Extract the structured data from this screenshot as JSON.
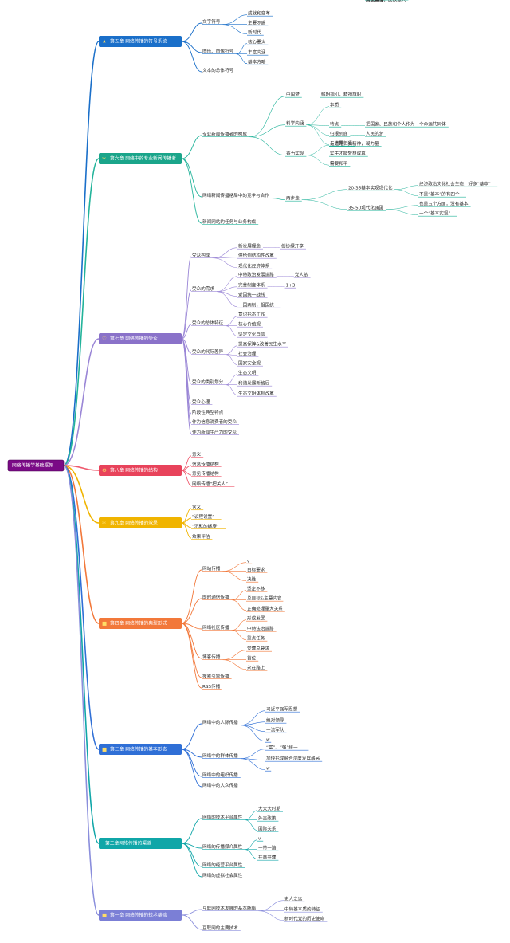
{
  "root": {
    "label": "网络传播学基础框架",
    "color": "#7a0a86"
  },
  "chapters": [
    {
      "label": "第五章 网络传播的符号系统",
      "icon": "★",
      "color": "#1a6fc9",
      "line": "#1a6fc9",
      "children": [
        {
          "label": "文字符号",
          "children": [
            {
              "label": "成就和变革"
            },
            {
              "label": "主要矛盾"
            },
            {
              "label": "新时代"
            }
          ]
        },
        {
          "label": "图形、图像符号",
          "children": [
            {
              "label": "核心要义"
            },
            {
              "label": "丰富内涵"
            },
            {
              "label": "基本方略"
            }
          ]
        },
        {
          "label": "文本的总体符号"
        }
      ]
    },
    {
      "label": "第六章 网络中的专业新闻传播者",
      "icon": "✂",
      "color": "#1aa58a",
      "line": "#22b39a",
      "children": [
        {
          "label": "专业新闻传播者的构成",
          "children": [
            {
              "label": "中国梦",
              "children": [
                {
                  "label": "鲜明指引，精神旗帜"
                }
              ]
            },
            {
              "label": "科学内涵",
              "children": [
                {
                  "label": "本质",
                  "children": [
                    {
                      "label": "国家富强、民族振兴"
                    },
                    {
                      "label": "人民幸福"
                    }
                  ]
                },
                {
                  "label": "特点",
                  "children": [
                    {
                      "label": "把国家、民族和个人作为一个命运共同体"
                    }
                  ]
                },
                {
                  "label": "归根到底",
                  "children": [
                    {
                      "label": "人民的梦"
                    }
                  ]
                },
                {
                  "label": "与世界相通"
                }
              ]
            },
            {
              "label": "奋力实现",
              "children": [
                {
                  "label": "走道路，弘精神，凝力量"
                },
                {
                  "label": "实干才能梦想成真"
                },
                {
                  "label": "需要和平"
                }
              ]
            }
          ]
        },
        {
          "label": "网络新闻传播格局中的竞争与合作",
          "children": [
            {
              "label": "两步走",
              "children": [
                {
                  "label": "20-35基本实现现代化",
                  "children": [
                    {
                      "label": "经济政治文化社会生态，好多“基本”"
                    },
                    {
                      "label": "不是“基本”的有四个"
                    }
                  ]
                },
                {
                  "label": "35-50现代化强国",
                  "children": [
                    {
                      "label": "也是五个方面，没有基本"
                    },
                    {
                      "label": "一个“基本实现”"
                    }
                  ]
                }
              ]
            }
          ]
        },
        {
          "label": "新闻网站的任务与业务构成"
        }
      ]
    },
    {
      "label": "第七章 网络传播的受众",
      "icon": "♡",
      "color": "#8a72c9",
      "line": "#9a86d6",
      "children": [
        {
          "label": "受众构成",
          "children": [
            {
              "label": "新发展理念",
              "children": [
                {
                  "label": "创协绿开享"
                }
              ]
            },
            {
              "label": "供给侧结构性改革"
            },
            {
              "label": "现代化经济体系"
            }
          ]
        },
        {
          "label": "受众的需求",
          "children": [
            {
              "label": "中特政治发展道路",
              "children": [
                {
                  "label": "党人依"
                }
              ]
            },
            {
              "label": "完善制度体系",
              "children": [
                {
                  "label": "1+3"
                }
              ]
            },
            {
              "label": "爱国统一战线"
            },
            {
              "label": "一国两制，祖国统一"
            }
          ]
        },
        {
          "label": "受众的总体特征",
          "children": [
            {
              "label": "意识形态工作"
            },
            {
              "label": "核心价值观"
            },
            {
              "label": "坚定文化自信"
            }
          ]
        },
        {
          "label": "受众的代际差异",
          "children": [
            {
              "label": "提高保障&改善民生水平"
            },
            {
              "label": "社会治理"
            },
            {
              "label": "国家安全观"
            }
          ]
        },
        {
          "label": "受众的类别划分",
          "children": [
            {
              "label": "生态文明"
            },
            {
              "label": "和谐发展新格局"
            },
            {
              "label": "生态文明体制改革"
            }
          ]
        },
        {
          "label": "受众心理"
        },
        {
          "label": "阶段性典型特点"
        },
        {
          "label": "作为信息消费者的受众"
        },
        {
          "label": "作为新闻生产力的受众"
        }
      ]
    },
    {
      "label": "第八章 网络传播的结构",
      "icon": "⚙",
      "color": "#e8435b",
      "line": "#ef5a6e",
      "children": [
        {
          "label": "意义"
        },
        {
          "label": "信息传播结构"
        },
        {
          "label": "意见传播结构"
        },
        {
          "label": "网络传播“把关人”"
        }
      ]
    },
    {
      "label": "第九章 网络传播的效果",
      "icon": "✂",
      "color": "#f0b400",
      "line": "#f0b400",
      "children": [
        {
          "label": "含义"
        },
        {
          "label": "“议程设置”"
        },
        {
          "label": "“沉默的螺旋”"
        },
        {
          "label": "效果评估"
        }
      ]
    },
    {
      "label": "第四章 网络传播的典型形式",
      "icon": "■",
      "color": "#f2783a",
      "line": "#f2783a",
      "children": [
        {
          "label": "网站传播",
          "children": [
            {
              "label": "v"
            },
            {
              "label": "目标要求"
            },
            {
              "label": "决胜"
            }
          ]
        },
        {
          "label": "即时通信传播",
          "children": [
            {
              "label": "坚定不移"
            },
            {
              "label": "总目标&主要内容"
            },
            {
              "label": "正确处理重大关系"
            }
          ]
        },
        {
          "label": "网络社区传播",
          "children": [
            {
              "label": "形成发展"
            },
            {
              "label": "中特法治道路"
            },
            {
              "label": "重点任务"
            }
          ]
        },
        {
          "label": "博客传播",
          "children": [
            {
              "label": "党建总要求"
            },
            {
              "label": "首位"
            },
            {
              "label": "永在路上"
            }
          ]
        },
        {
          "label": "搜索引擎传播"
        },
        {
          "label": "RSS传播"
        }
      ]
    },
    {
      "label": "第三章 网络传播的基本形态",
      "icon": "■",
      "color": "#2f6fd6",
      "line": "#2f6fd6",
      "children": [
        {
          "label": "网络中的人际传播",
          "children": [
            {
              "label": "习近平强军思想"
            },
            {
              "label": "绝对领导"
            },
            {
              "label": "一流军队"
            },
            {
              "label": "w"
            }
          ]
        },
        {
          "label": "网络中的群体传播",
          "children": [
            {
              "label": "“富”、“强”统一"
            },
            {
              "label": "加快形成融合深度发展格局"
            },
            {
              "label": "w"
            }
          ]
        },
        {
          "label": "网络中的组织传播"
        },
        {
          "label": "网络中的大众传播"
        }
      ]
    },
    {
      "label": "第二章网络传播的渠道",
      "icon": "",
      "color": "#10a6a8",
      "line": "#10a6a8",
      "children": [
        {
          "label": "网络的技术平台属性",
          "children": [
            {
              "label": "大大大时期"
            },
            {
              "label": "外交政策"
            },
            {
              "label": "国际关系"
            }
          ]
        },
        {
          "label": "网络的传播媒介属性",
          "children": [
            {
              "label": "v"
            },
            {
              "label": "一带一路"
            },
            {
              "label": "共商共建"
            }
          ]
        },
        {
          "label": "网络的经营平台属性"
        },
        {
          "label": "网络的虚拟社会属性"
        }
      ]
    },
    {
      "label": "第一章 网络传播的技术基础",
      "icon": "■",
      "color": "#7b7fd6",
      "line": "#8a8edc",
      "children": [
        {
          "label": "互联网技术发展的基本脉络",
          "children": [
            {
              "label": "史人之远"
            },
            {
              "label": "中特基本质的特征"
            },
            {
              "label": "新时代党的历史使命"
            }
          ]
        },
        {
          "label": "互联网的主要技术"
        }
      ]
    }
  ]
}
